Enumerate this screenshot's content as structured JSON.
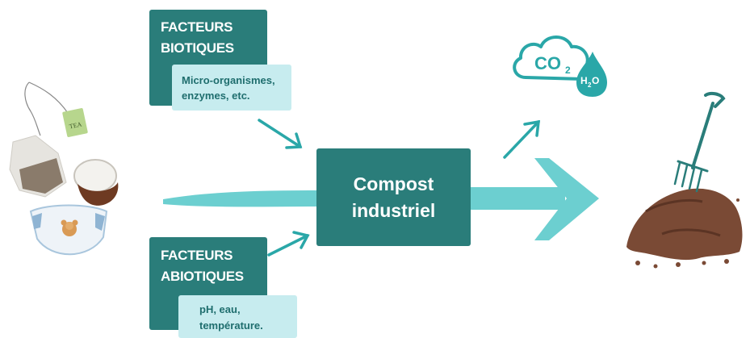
{
  "biotic": {
    "title_line1": "FACTEURS",
    "title_line2": "BIOTIQUES",
    "sub_line1": "Micro-organismes,",
    "sub_line2": "enzymes, etc."
  },
  "abiotic": {
    "title_line1": "FACTEURS",
    "title_line2": "ABIOTIQUES",
    "sub_line1": "pH, eau,",
    "sub_line2": "température."
  },
  "center": {
    "line1": "Compost",
    "line2": "industriel"
  },
  "outputs": {
    "co2": "CO",
    "co2_sub": "2",
    "h2o_h": "H",
    "h2o_sub": "2",
    "h2o_o": "O"
  },
  "waste": {
    "tea_label": "TEA"
  },
  "colors": {
    "dark_teal": "#2a7d7a",
    "light_teal": "#c7ecef",
    "arrow_teal": "#6ccfd0",
    "accent_teal": "#2aa7a8",
    "soil_brown": "#7a4a35"
  }
}
